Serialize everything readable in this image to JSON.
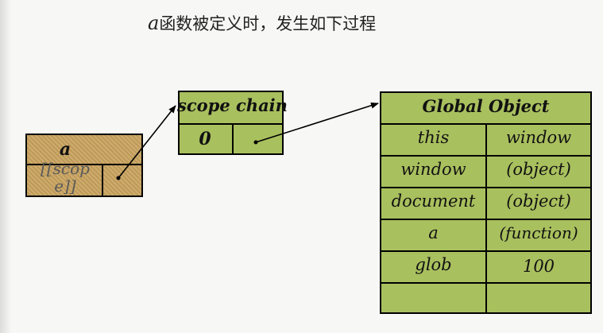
{
  "title": {
    "lead": "a",
    "rest": "函数被定义时，发生如下过程"
  },
  "function_box": {
    "name": "a",
    "scope_label_line1": "[[scop",
    "scope_label_line2": "e]]"
  },
  "scope_chain": {
    "title": "scope chain",
    "index": "0"
  },
  "global_object": {
    "title": "Global Object",
    "rows": [
      {
        "key": "this",
        "value": "window"
      },
      {
        "key": "window",
        "value": "(object)"
      },
      {
        "key": "document",
        "value": "(object)"
      },
      {
        "key": "a",
        "value": "(function)"
      },
      {
        "key": "glob",
        "value": "100"
      },
      {
        "key": "",
        "value": ""
      }
    ]
  },
  "colors": {
    "function_box": "#c9a35e",
    "object_boxes": "#a9c05e",
    "lines": "#000000"
  }
}
